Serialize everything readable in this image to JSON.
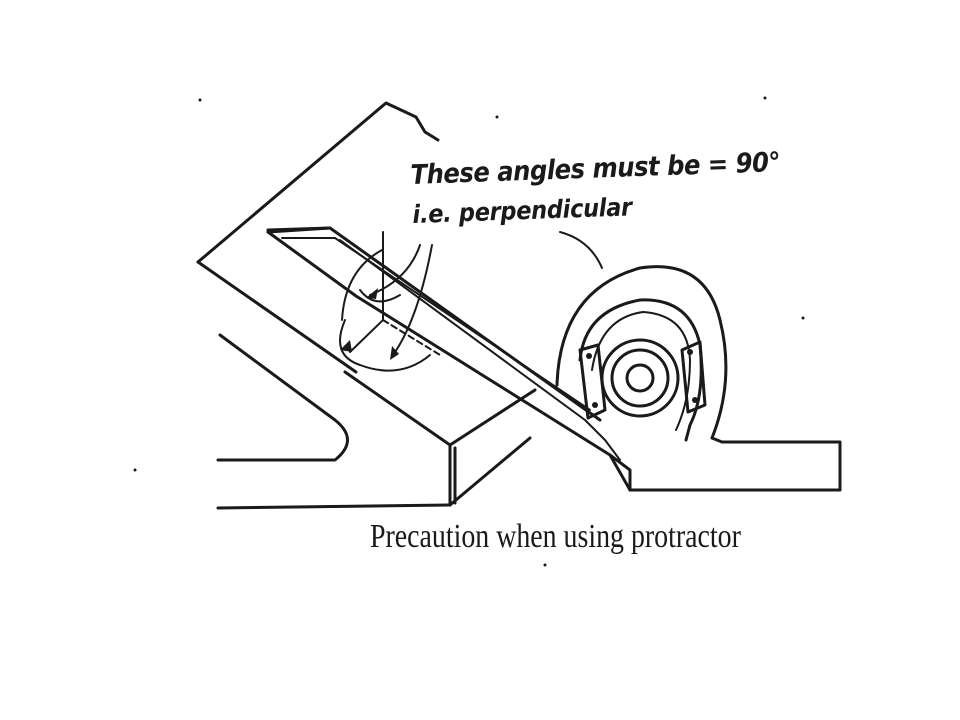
{
  "annotation": {
    "line1": "These angles must be = 90°",
    "line2": "i.e. perpendicular"
  },
  "caption": "Precaution when using protractor",
  "colors": {
    "ink": "#1a1a1a",
    "paper": "#ffffff"
  }
}
